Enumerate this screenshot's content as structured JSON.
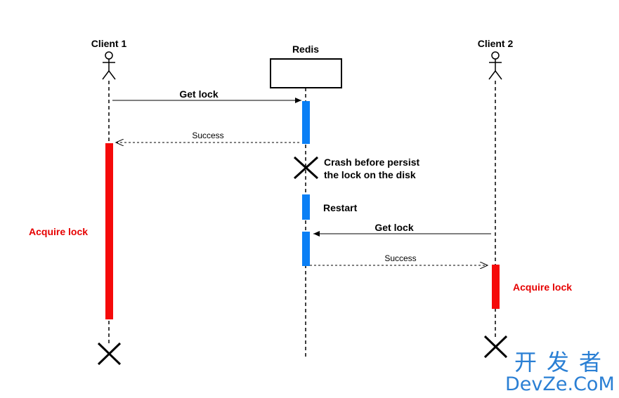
{
  "participants": {
    "client1": "Client 1",
    "redis": "Redis",
    "client2": "Client 2"
  },
  "messages": {
    "get_lock_1": "Get lock",
    "success_1": "Success",
    "get_lock_2": "Get lock",
    "success_2": "Success"
  },
  "notes": {
    "crash_line1": "Crash before persist",
    "crash_line2": "the lock on the disk",
    "restart": "Restart",
    "acquire_lock_1": "Acquire lock",
    "acquire_lock_2": "Acquire lock"
  },
  "watermark": {
    "cn": "开发者",
    "en": "DevZe.CoM"
  },
  "colors": {
    "activation_blue": "#0a7ff5",
    "activation_red": "#f50a0a",
    "acquire_text": "#e60000",
    "watermark": "#2a7fd4"
  }
}
